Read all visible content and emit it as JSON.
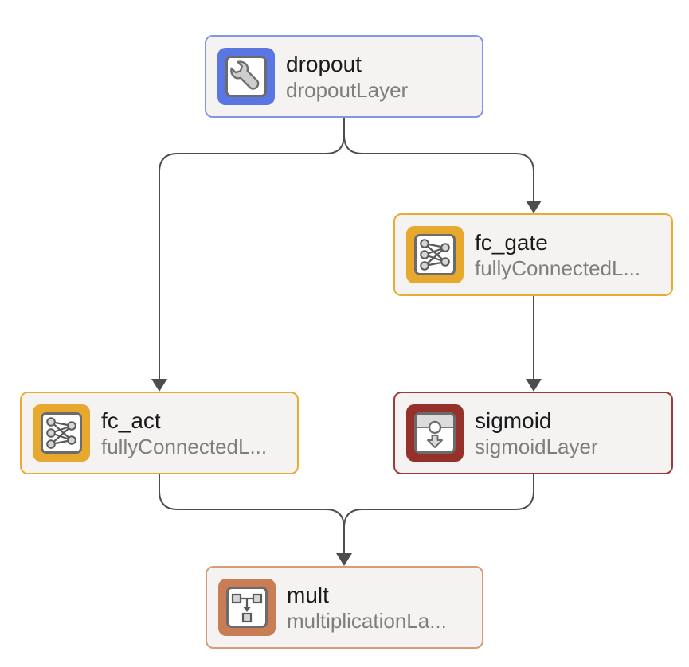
{
  "app": {
    "view": "layer-graph-canvas",
    "background_color": "#FFFFFF",
    "node_background_color": "#F4F3F2",
    "title_color": "#1A1A1A",
    "subtitle_color": "#7E7E7E"
  },
  "edges": {
    "color": "#4D4D4D",
    "arrow_style": "filled-triangle"
  },
  "nodes": [
    {
      "id": "dropout",
      "title": "dropout",
      "subtitle": "dropoutLayer",
      "icon": "wrench-icon",
      "accent": "#8593E9",
      "icon_bg": "#5A76E3"
    },
    {
      "id": "fc_gate",
      "title": "fc_gate",
      "subtitle": "fullyConnectedL...",
      "icon": "fully-connected-icon",
      "accent": "#E9AC33",
      "icon_bg": "#E7A82E"
    },
    {
      "id": "fc_act",
      "title": "fc_act",
      "subtitle": "fullyConnectedL...",
      "icon": "fully-connected-icon",
      "accent": "#E9AC33",
      "icon_bg": "#E7A82E"
    },
    {
      "id": "sigmoid",
      "title": "sigmoid",
      "subtitle": "sigmoidLayer",
      "icon": "sigmoid-icon",
      "accent": "#9E3A34",
      "icon_bg": "#96302B"
    },
    {
      "id": "mult",
      "title": "mult",
      "subtitle": "multiplicationLa...",
      "icon": "multiplication-icon",
      "accent": "#D79C78",
      "icon_bg": "#C87D55"
    }
  ],
  "connections": [
    {
      "from": "dropout",
      "to": "fc_act"
    },
    {
      "from": "dropout",
      "to": "fc_gate"
    },
    {
      "from": "fc_gate",
      "to": "sigmoid"
    },
    {
      "from": "fc_act",
      "to": "mult"
    },
    {
      "from": "sigmoid",
      "to": "mult"
    }
  ]
}
